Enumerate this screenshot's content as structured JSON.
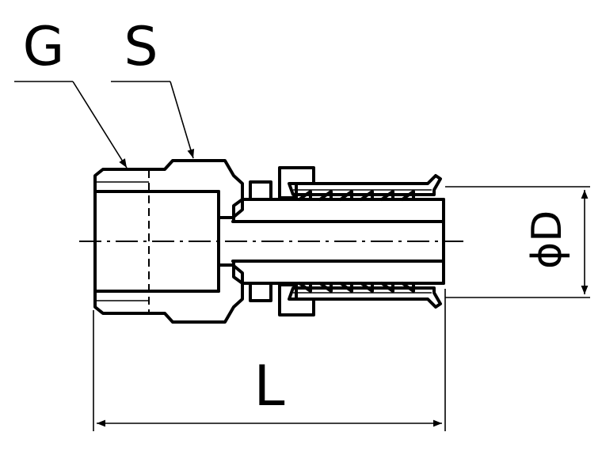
{
  "labels": {
    "thread": "G",
    "hex": "S",
    "length": "L",
    "diameter": "ϕD"
  },
  "colors": {
    "line": "#000000",
    "background": "#ffffff"
  }
}
